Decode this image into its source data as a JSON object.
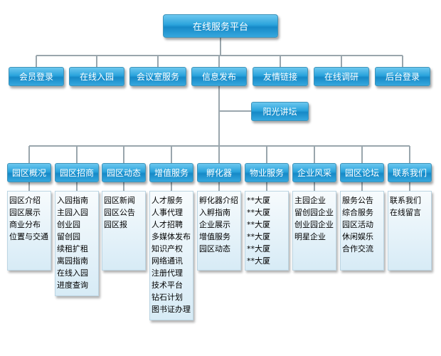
{
  "root": {
    "label": "在线服务平台"
  },
  "top_nav": [
    {
      "label": "会员登录"
    },
    {
      "label": "在线入园"
    },
    {
      "label": "会议室服务"
    },
    {
      "label": "信息发布"
    },
    {
      "label": "友情链接"
    },
    {
      "label": "在线调研"
    },
    {
      "label": "后台登录"
    }
  ],
  "sub_node": {
    "label": "阳光讲坛"
  },
  "categories": [
    {
      "label": "园区概况",
      "items": [
        "园区介绍",
        "园区展示",
        "商业分布",
        "位置与交通"
      ]
    },
    {
      "label": "园区招商",
      "items": [
        "入园指南",
        "主园入园",
        "创业园",
        "留创园",
        "续租扩租",
        "离园指南",
        "在线入园",
        "进度查询"
      ]
    },
    {
      "label": "园区动态",
      "items": [
        "园区新闻",
        "园区公告",
        "园区报"
      ]
    },
    {
      "label": "增值服务",
      "items": [
        "人才服务",
        "人事代理",
        "人才招聘",
        "多媒体发布",
        "知识产权",
        "网络通讯",
        "注册代理",
        "技术平台",
        "钻石计划",
        "图书证办理"
      ]
    },
    {
      "label": "孵化器",
      "items": [
        "孵化器介绍",
        "入孵指南",
        "企业展示",
        "增值服务",
        "园区动态"
      ]
    },
    {
      "label": "物业服务",
      "items": [
        "**大厦",
        "**大厦",
        "**大厦",
        "**大厦",
        "**大厦",
        "**大厦"
      ]
    },
    {
      "label": "企业风采",
      "items": [
        "主园企业",
        "留创园企业",
        "创业园企业",
        "明星企业"
      ]
    },
    {
      "label": "园区论坛",
      "items": [
        "服务公告",
        "综合服务",
        "园区活动",
        "休闲娱乐",
        "合作交流"
      ]
    },
    {
      "label": "联系我们",
      "items": [
        "联系我们",
        "在线留言"
      ]
    }
  ]
}
